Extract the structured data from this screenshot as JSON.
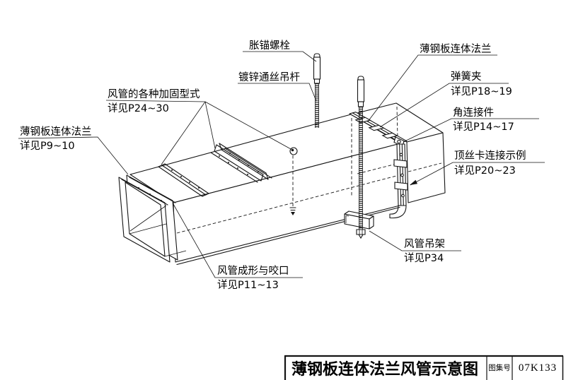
{
  "colors": {
    "ink": "#141414",
    "background": "#ffffff"
  },
  "callouts": [
    {
      "id": "expansion-anchor-bolt",
      "name": "胀锚螺栓",
      "ref": ""
    },
    {
      "id": "threaded-hanger-rod",
      "name": "镀锌通丝吊杆",
      "ref": ""
    },
    {
      "id": "duct-flange-right",
      "name": "薄钢板连体法兰",
      "ref": ""
    },
    {
      "id": "spring-clip",
      "name": "弹簧夹",
      "ref": "详见P18~19"
    },
    {
      "id": "corner-connector",
      "name": "角连接件",
      "ref": "详见P14~17"
    },
    {
      "id": "set-screw-clip-example",
      "name": "顶丝卡连接示例",
      "ref": "详见P20~23"
    },
    {
      "id": "duct-reinforcement-types",
      "name": "风管的各种加固型式",
      "ref": "详见P24~30"
    },
    {
      "id": "duct-flange-left",
      "name": "薄钢板连体法兰",
      "ref": "详见P9~10"
    },
    {
      "id": "duct-forming-seam",
      "name": "风管成形与咬口",
      "ref": "详见P11~13"
    },
    {
      "id": "duct-hanger",
      "name": "风管吊架",
      "ref": "详见P34"
    }
  ],
  "title_block": {
    "title": "薄钢板连体法兰风管示意图",
    "atlas_label": "图集号",
    "atlas_no": "07K133"
  }
}
